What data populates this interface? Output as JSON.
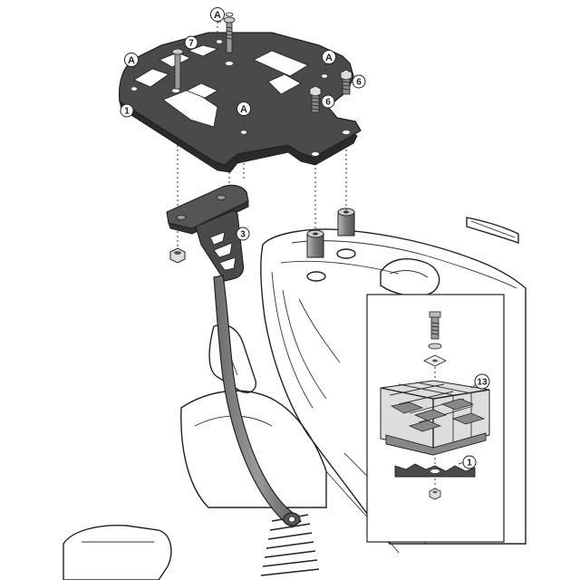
{
  "diagram": {
    "callouts": {
      "plate": "1",
      "bracket": "3",
      "screw_front": "7",
      "screw_rear_left": "6",
      "screw_rear_right": "6",
      "detail_grid": "13",
      "detail_plate": "1"
    },
    "letters": {
      "top": "A",
      "left": "A",
      "right": "A",
      "center": "A"
    }
  },
  "colors": {
    "plate_fill": "#4a4a4a",
    "plate_dark": "#2e2e2e",
    "line": "#222222",
    "bike_fill": "#ffffff",
    "spacer_fill": "#8a8a8a"
  }
}
